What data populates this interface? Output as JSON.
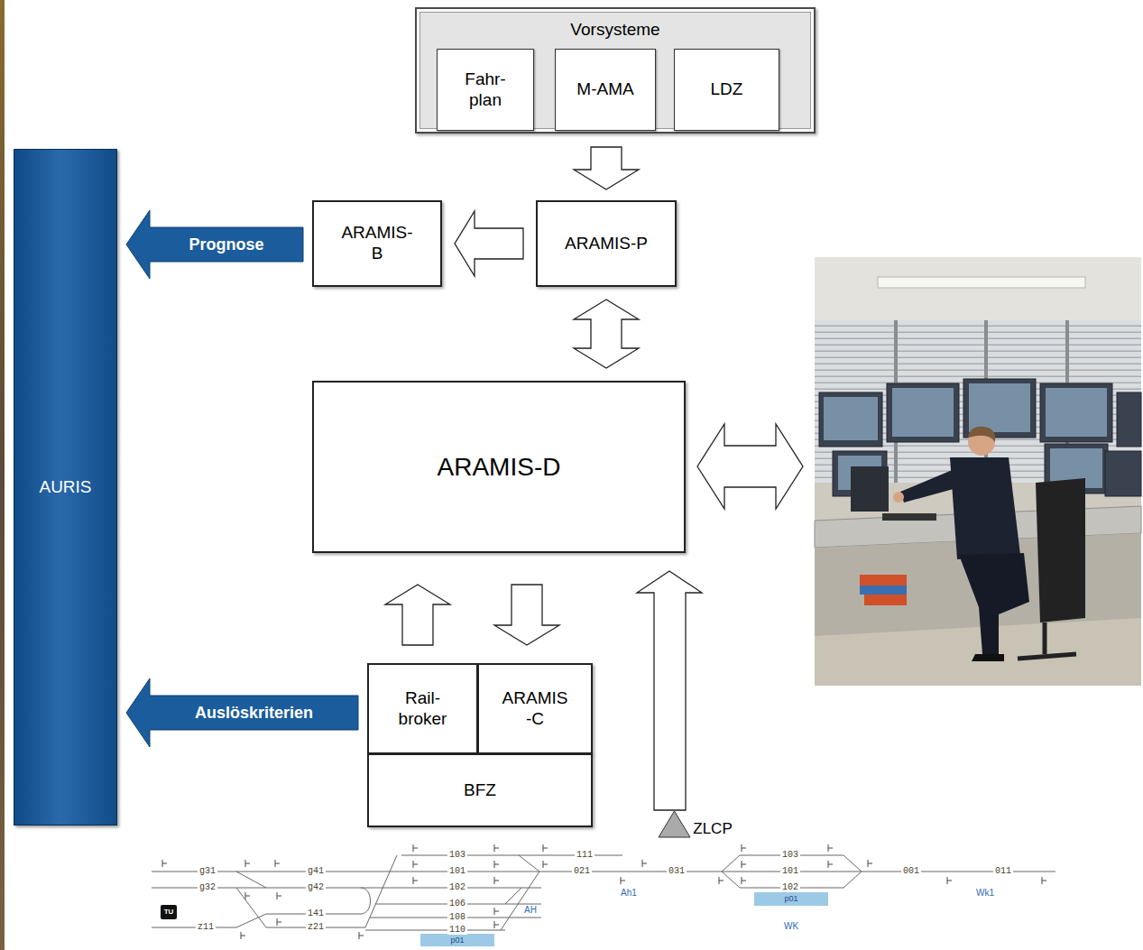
{
  "diagram": {
    "nodes": [
      {
        "text": [
          "Vorsysteme"
        ]
      },
      {
        "text": [
          "Fahr- plan"
        ],
        "in": 0
      },
      {
        "text": [
          "M-AMA"
        ],
        "in": 0
      },
      {
        "text": [
          "LDZ"
        ],
        "in": 0
      },
      {
        "text": [
          "AURIS"
        ]
      },
      {
        "text": [
          "ARAMIS- B"
        ]
      },
      {
        "text": [
          "ARAMIS-P"
        ]
      },
      {
        "text": [
          "ARAMIS-D"
        ]
      },
      {
        "text": [
          "Rail- broker"
        ]
      },
      {
        "text": [
          "ARAMIS -C"
        ]
      },
      {
        "text": [
          "BFZ"
        ]
      },
      {
        "text": [
          "TU"
        ]
      },
      {
        "text": [
          "p01"
        ]
      },
      {
        "text": [
          "p01"
        ]
      }
    ],
    "edges": [
      {
        "from": 0,
        "to": 6,
        "arrow": "to"
      },
      {
        "from": 6,
        "to": 5,
        "arrow": "to"
      },
      {
        "from": 6,
        "to": 7,
        "arrow": "both"
      },
      {
        "from": 5,
        "to": 4,
        "label": "Prognose",
        "arrow": "to"
      },
      {
        "from": 8,
        "to": 7,
        "arrow": "to"
      },
      {
        "from": 7,
        "to": 9,
        "arrow": "to"
      },
      {
        "from": 8,
        "to": 4,
        "label": "Auslöskriterien",
        "arrow": "to"
      }
    ],
    "labels": [
      "ZLCP",
      "g31",
      "g32",
      "z11",
      "g41",
      "g42",
      "141",
      "z21",
      "103",
      "101",
      "102",
      "106",
      "108",
      "110",
      "AH",
      "111",
      "021",
      "Ah1",
      "031",
      "103",
      "101",
      "102",
      "WK",
      "001",
      "011",
      "Wk1"
    ]
  }
}
